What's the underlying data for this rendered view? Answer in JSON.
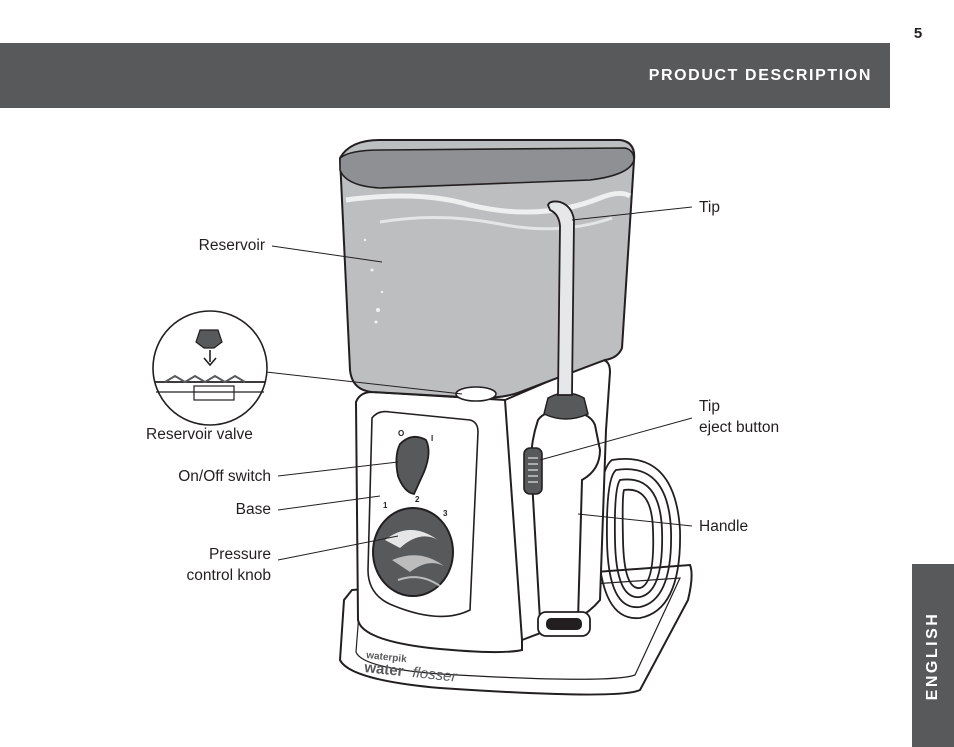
{
  "page": {
    "number": "5"
  },
  "header": {
    "title": "PRODUCT DESCRIPTION"
  },
  "side_tab": {
    "language": "ENGLISH"
  },
  "diagram": {
    "labels": {
      "tip": "Tip",
      "reservoir": "Reservoir",
      "reservoir_valve": "Reservoir valve",
      "tip_eject_line1": "Tip",
      "tip_eject_line2": "eject button",
      "on_off_switch": "On/Off switch",
      "base": "Base",
      "handle": "Handle",
      "pressure_line1": "Pressure",
      "pressure_line2": "control knob"
    },
    "switch_marks": {
      "off": "O",
      "on": "I"
    },
    "pressure_marks": [
      "1",
      "2",
      "3"
    ],
    "brand": {
      "top": "waterpik",
      "word_bold": "water",
      "word_light": "flosser"
    }
  },
  "colors": {
    "header_gray": "#58595b",
    "reservoir_gray": "#bcbec0",
    "outline": "#231f20"
  }
}
